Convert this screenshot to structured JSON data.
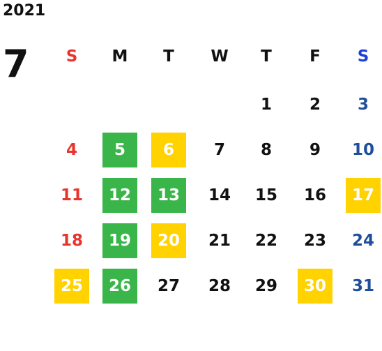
{
  "calendar": {
    "year": "2021",
    "month": "7",
    "weekdays": [
      "S",
      "M",
      "T",
      "W",
      "T",
      "F",
      "S"
    ],
    "weeks": [
      [
        "",
        "",
        "",
        "",
        "1",
        "2",
        "3"
      ],
      [
        "4",
        "5",
        "6",
        "7",
        "8",
        "9",
        "10"
      ],
      [
        "11",
        "12",
        "13",
        "14",
        "15",
        "16",
        "17"
      ],
      [
        "18",
        "19",
        "20",
        "21",
        "22",
        "23",
        "24"
      ],
      [
        "25",
        "26",
        "27",
        "28",
        "29",
        "30",
        "31"
      ]
    ],
    "green_days": [
      "5",
      "12",
      "13",
      "19",
      "26"
    ],
    "yellow_days": [
      "6",
      "17",
      "20",
      "25",
      "30"
    ],
    "colors": {
      "sunday": "#e8342d",
      "saturday_header": "#1f3fd6",
      "saturday": "#1f4e9a",
      "weekday": "#111111",
      "green": "#3ab54a",
      "yellow": "#ffd200"
    }
  }
}
